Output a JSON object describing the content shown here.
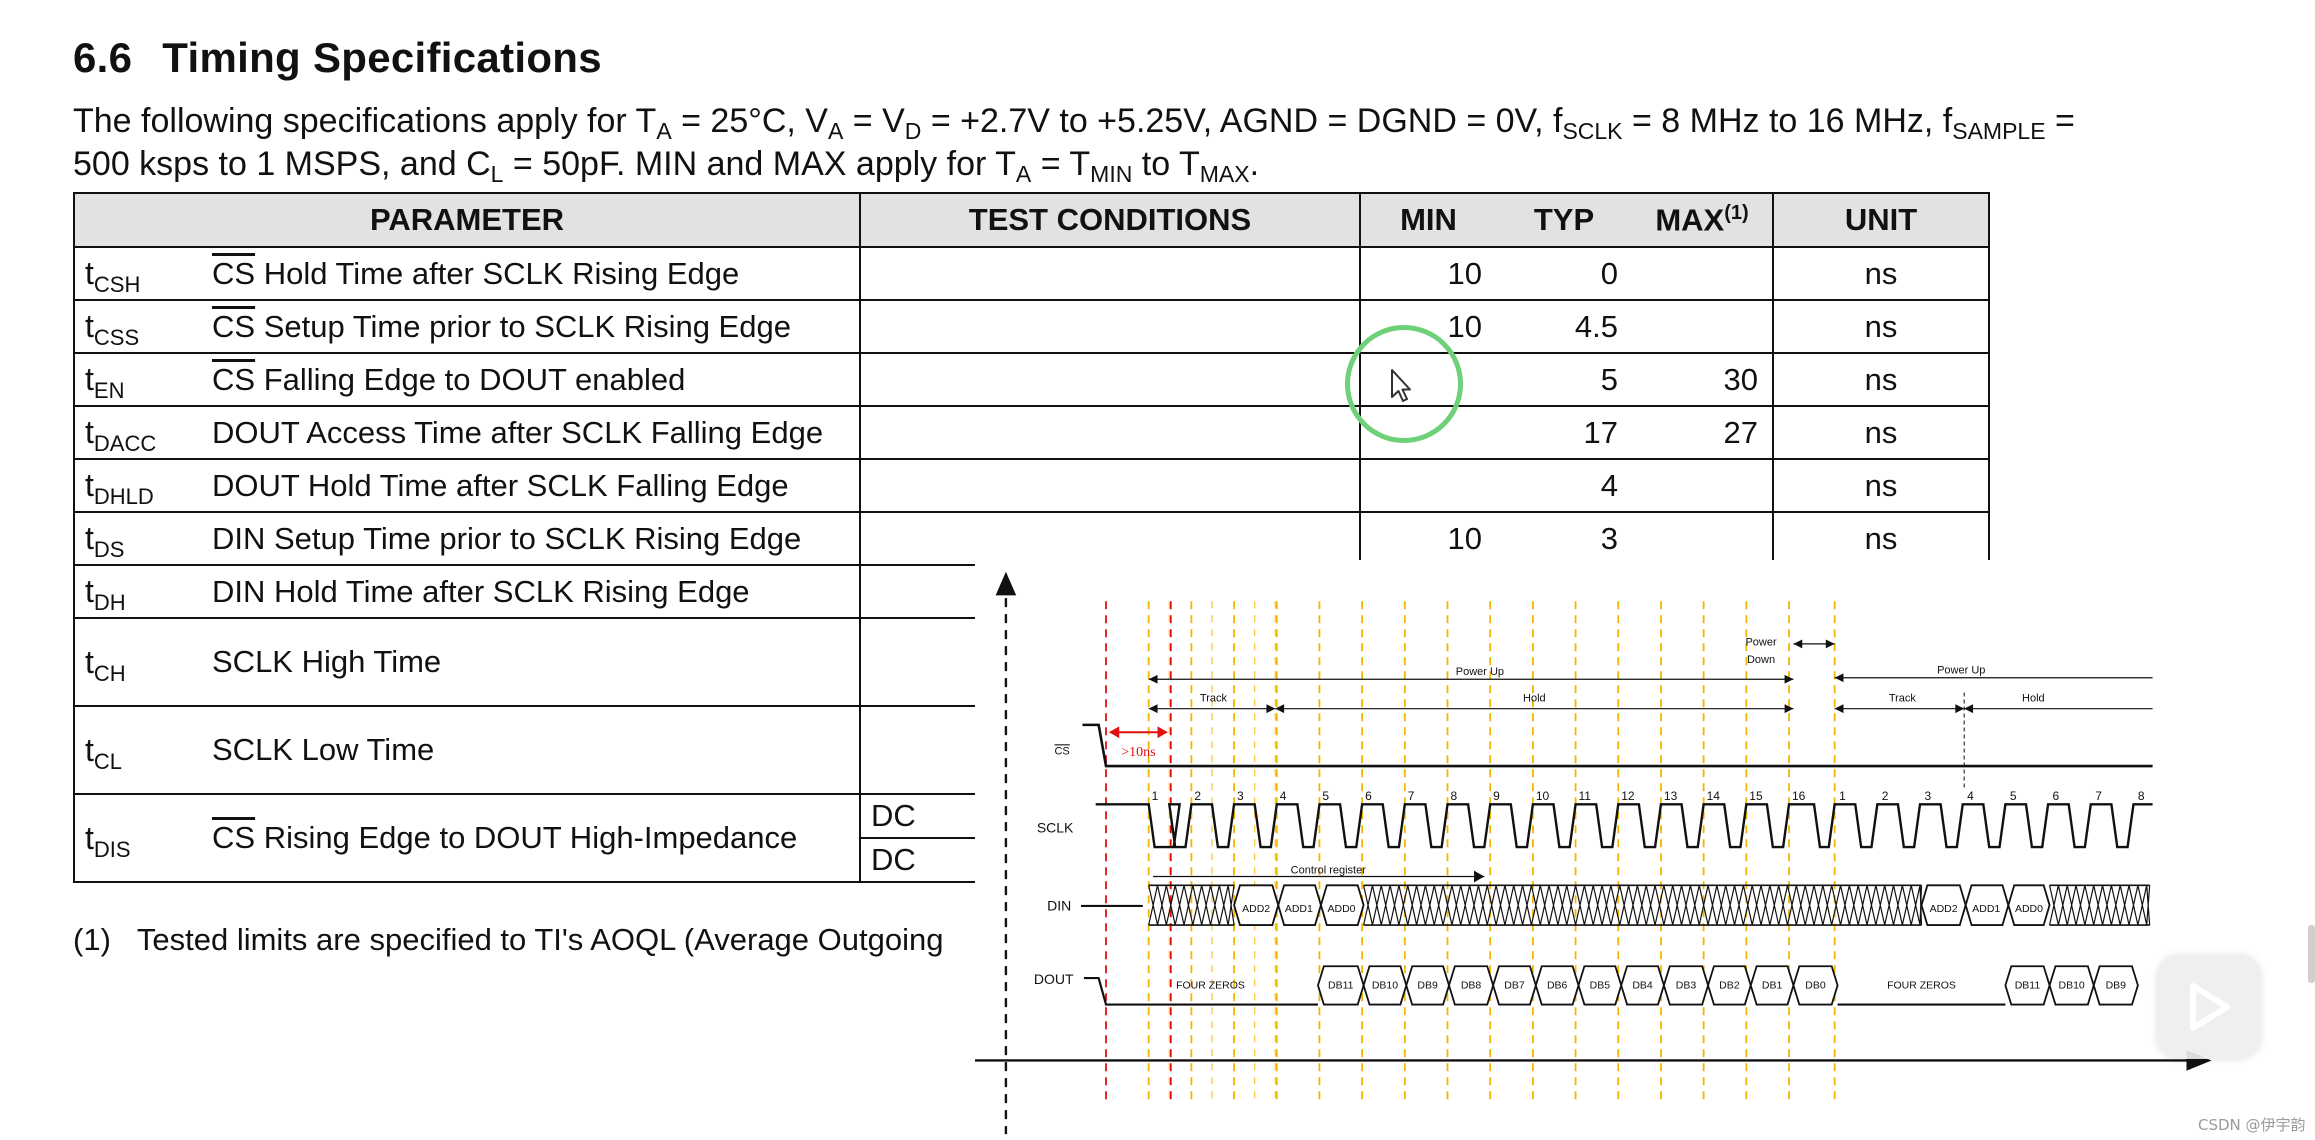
{
  "section": {
    "number": "6.6",
    "title": "Timing Specifications"
  },
  "intro": {
    "p1": "The following specifications apply for T",
    "s1": "A",
    "p2": " = 25°C, V",
    "s2": "A",
    "p3": " = V",
    "s3": "D",
    "p4": " = +2.7V to +5.25V, AGND = DGND = 0V, f",
    "s4": "SCLK",
    "p5": " = 8 MHz to 16 MHz, f",
    "s5": "SAMPLE",
    "p6": " = 500 ksps to 1 MSPS, and C",
    "s6": "L",
    "p7": " = 50pF. MIN and MAX apply for T",
    "s7": "A",
    "p8": " = T",
    "s8": "MIN",
    "p9": " to T",
    "s9": "MAX",
    "p10": "."
  },
  "table": {
    "headers": {
      "parameter": "PARAMETER",
      "conditions": "TEST CONDITIONS",
      "min": "MIN",
      "typ": "TYP",
      "max": "MAX",
      "max_note": "(1)",
      "unit": "UNIT"
    },
    "rows": [
      {
        "sym": "t",
        "sub": "CSH",
        "desc_ol": "CS",
        "desc": " Hold Time after SCLK Rising Edge",
        "cond": "",
        "min": "10",
        "typ": "0",
        "max": "",
        "unit": "ns"
      },
      {
        "sym": "t",
        "sub": "CSS",
        "desc_ol": "CS",
        "desc": " Setup Time prior to SCLK Rising Edge",
        "cond": "",
        "min": "10",
        "typ": "4.5",
        "max": "",
        "unit": "ns"
      },
      {
        "sym": "t",
        "sub": "EN",
        "desc_ol": "CS",
        "desc": " Falling Edge to DOUT enabled",
        "cond": "",
        "min": "",
        "typ": "5",
        "max": "30",
        "unit": "ns"
      },
      {
        "sym": "t",
        "sub": "DACC",
        "desc_ol": "",
        "desc": "DOUT Access Time after SCLK Falling Edge",
        "cond": "",
        "min": "",
        "typ": "17",
        "max": "27",
        "unit": "ns"
      },
      {
        "sym": "t",
        "sub": "DHLD",
        "desc_ol": "",
        "desc": "DOUT Hold Time after SCLK Falling Edge",
        "cond": "",
        "min": "",
        "typ": "4",
        "max": "",
        "unit": "ns"
      },
      {
        "sym": "t",
        "sub": "DS",
        "desc_ol": "",
        "desc": "DIN Setup Time prior to SCLK Rising Edge",
        "cond": "",
        "min": "10",
        "typ": "3",
        "max": "",
        "unit": "ns"
      },
      {
        "sym": "t",
        "sub": "DH",
        "desc_ol": "",
        "desc": "DIN Hold Time after SCLK Rising Edge",
        "cond": "",
        "min": "",
        "typ": "",
        "max": "",
        "unit": ""
      },
      {
        "sym": "t",
        "sub": "CH",
        "desc_ol": "",
        "desc": "SCLK High Time",
        "cond": "",
        "min": "",
        "typ": "",
        "max": "",
        "unit": ""
      },
      {
        "sym": "t",
        "sub": "CL",
        "desc_ol": "",
        "desc": "SCLK Low Time",
        "cond": "",
        "min": "",
        "typ": "",
        "max": "",
        "unit": ""
      },
      {
        "sym": "t",
        "sub": "DIS",
        "desc_ol": "CS",
        "desc": " Rising Edge to DOUT High-Impedance",
        "cond_a": "DC",
        "cond_b": "DC",
        "min": "",
        "typ": "",
        "max": "",
        "unit": ""
      }
    ]
  },
  "footnote": {
    "mark": "(1)",
    "text": "Tested limits are specified to TI's AOQL (Average Outgoing"
  },
  "diagram": {
    "signals": {
      "cs": "CS",
      "sclk": "SCLK",
      "din": "DIN",
      "dout": "DOUT"
    },
    "labels": {
      "power_down": [
        "Power",
        "Down"
      ],
      "power_up_1": "Power Up",
      "power_up_2": "Power Up",
      "track_1": "Track",
      "hold_1": "Hold",
      "track_2": "Track",
      "hold_2": "Hold",
      "tcss": ">10ns",
      "control_register": "Control register",
      "add2": "ADD2",
      "add1": "ADD1",
      "add0": "ADD0",
      "four_zeros": "FOUR ZEROS"
    },
    "clock_numbers_1": [
      "1",
      "2",
      "3",
      "4",
      "5",
      "6",
      "7",
      "8",
      "9",
      "10",
      "11",
      "12",
      "13",
      "14",
      "15",
      "16"
    ],
    "clock_numbers_2": [
      "1",
      "2",
      "3",
      "4",
      "5",
      "6",
      "7",
      "8"
    ],
    "dout_bits_1": [
      "DB11",
      "DB10",
      "DB9",
      "DB8",
      "DB7",
      "DB6",
      "DB5",
      "DB4",
      "DB3",
      "DB2",
      "DB1",
      "DB0"
    ],
    "dout_bits_2": [
      "DB11",
      "DB10",
      "DB9"
    ],
    "colors": {
      "guide_yellow": "#f2b600",
      "guide_red": "#e01010",
      "annotation_red": "#e01010"
    }
  },
  "watermark": "CSDN @伊宇韵",
  "icons": {
    "play": "play-icon",
    "pointer": "mouse-pointer-icon"
  }
}
